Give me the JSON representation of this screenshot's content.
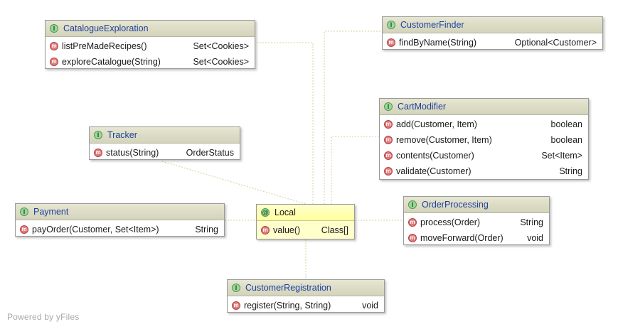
{
  "nodes": {
    "catalogue": {
      "name": "CatalogueExploration",
      "stereotype": "I",
      "methods": [
        {
          "name": "listPreMadeRecipes()",
          "type": "Set<Cookies>"
        },
        {
          "name": "exploreCatalogue(String)",
          "type": "Set<Cookies>"
        }
      ]
    },
    "finder": {
      "name": "CustomerFinder",
      "stereotype": "I",
      "methods": [
        {
          "name": "findByName(String)",
          "type": "Optional<Customer>"
        }
      ]
    },
    "cart": {
      "name": "CartModifier",
      "stereotype": "I",
      "methods": [
        {
          "name": "add(Customer, Item)",
          "type": "boolean"
        },
        {
          "name": "remove(Customer, Item)",
          "type": "boolean"
        },
        {
          "name": "contents(Customer)",
          "type": "Set<Item>"
        },
        {
          "name": "validate(Customer)",
          "type": "String"
        }
      ]
    },
    "tracker": {
      "name": "Tracker",
      "stereotype": "I",
      "methods": [
        {
          "name": "status(String)",
          "type": "OrderStatus"
        }
      ]
    },
    "payment": {
      "name": "Payment",
      "stereotype": "I",
      "methods": [
        {
          "name": "payOrder(Customer, Set<Item>)",
          "type": "String"
        }
      ]
    },
    "local": {
      "name": "Local",
      "stereotype": "@",
      "methods": [
        {
          "name": "value()",
          "type": "Class[]"
        }
      ]
    },
    "orderproc": {
      "name": "OrderProcessing",
      "stereotype": "I",
      "methods": [
        {
          "name": "process(Order)",
          "type": "String"
        },
        {
          "name": "moveForward(Order)",
          "type": "void"
        }
      ]
    },
    "registration": {
      "name": "CustomerRegistration",
      "stereotype": "I",
      "methods": [
        {
          "name": "register(String, String)",
          "type": "void"
        }
      ]
    }
  },
  "method_badge": "m",
  "watermark": "Powered by yFiles",
  "colors": {
    "interface_title": "#1f3f9e",
    "header_bg": "#dcdcc6",
    "annotation_bg": "#ffffcc",
    "edge": "#d9cf9c",
    "method_badge": "#e07a7a",
    "interface_badge": "#9fd49f"
  }
}
